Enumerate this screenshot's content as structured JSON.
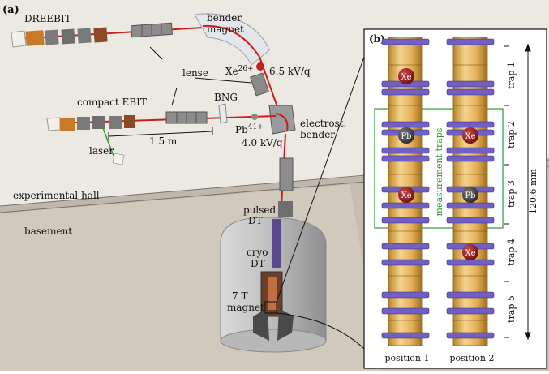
{
  "panel_a": {
    "label": "(a)",
    "dreebit": "DREEBIT",
    "bender_magnet_1": "bender",
    "bender_magnet_2": "magnet",
    "lense": "lense",
    "xe_ion": "Xe",
    "xe_charge": "26+",
    "xe_voltage": "6.5 kV/q",
    "compact_ebit": "compact EBIT",
    "bng": "BNG",
    "pb_ion": "Pb",
    "pb_charge": "41+",
    "pb_voltage": "4.0 kV/q",
    "electrost_1": "electrost.",
    "electrost_2": "bender",
    "distance": "1.5 m",
    "laser": "laser",
    "experimental_hall": "experimental hall",
    "basement": "basement",
    "pulsed_1": "pulsed",
    "pulsed_2": "DT",
    "cryo_1": "cryo",
    "cryo_2": "DT",
    "magnet_1": "7 T",
    "magnet_2": "magnet"
  },
  "panel_b": {
    "label": "(b)",
    "measurement_traps": "measurement traps",
    "traps": [
      "trap 1",
      "trap 2",
      "trap 3",
      "trap 4",
      "trap 5"
    ],
    "length": "120.6 mm",
    "positions": [
      "position 1",
      "position 2"
    ],
    "ion_xe": "Xe",
    "ion_pb": "Pb"
  },
  "colors": {
    "beam": "#c81e1e",
    "gold": "#e8b860",
    "purple": "#6a5ab8",
    "xe_ball": "#8b1a1a",
    "pb_ball": "#444444",
    "green_box": "#2e9a2e"
  }
}
